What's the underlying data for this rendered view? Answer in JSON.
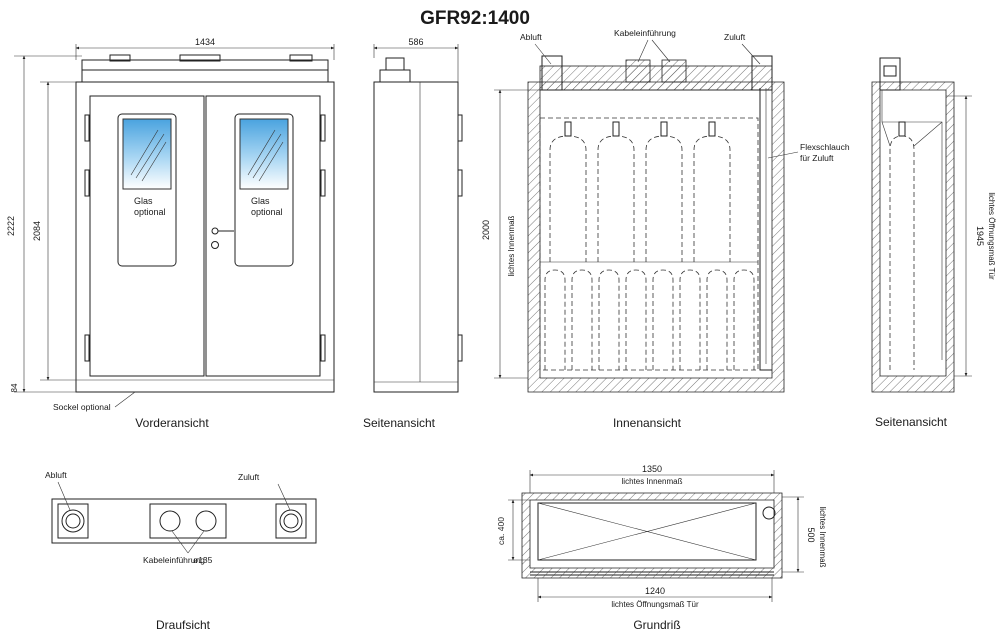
{
  "title": "GFR92:1400",
  "views": {
    "front": "Vorderansicht",
    "side_left": "Seitenansicht",
    "inner": "Innenansicht",
    "side_right": "Seitenansicht",
    "top": "Draufsicht",
    "plan": "Grundriß"
  },
  "labels": {
    "glass_optional_1": "Glas",
    "glass_optional_2": "optional",
    "sockel_optional": "Sockel optional",
    "abluft": "Abluft",
    "zuluft": "Zuluft",
    "kabeleinfuehrung": "Kabeleinführung",
    "flexschlauch_1": "Flexschlauch",
    "flexschlauch_2": "für Zuluft",
    "kabel_top": "Kabeleinführung",
    "kabel_top_dim": "ø135",
    "lichtes_innenmass": "lichtes Innenmaß",
    "lichtes_oeffnung_tuer": "lichtes Öffnungsmaß Tür"
  },
  "dimensions": {
    "width_front": "1434",
    "depth_side": "586",
    "height_total": "2222",
    "height_body": "2084",
    "sockel": "84",
    "inner_height": "2000",
    "door_opening_height": "1945",
    "inner_width": "1350",
    "door_opening_width": "1240",
    "inner_depth": "500",
    "depth_ca": "ca. 400"
  }
}
